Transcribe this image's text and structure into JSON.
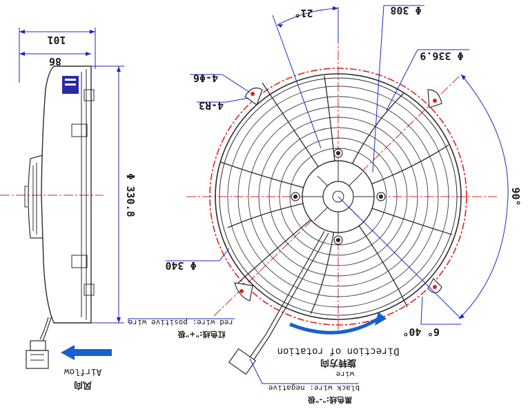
{
  "dimensions": {
    "depth_total": "101",
    "depth_body": "86",
    "height": "Φ 330.8",
    "shroud_diameter": "Φ 340",
    "blade_diameter": "Φ 308",
    "mount_circle": "Φ 336.9",
    "hole_spec": "4-Φ6",
    "radius_spec": "4-R3",
    "angle_top": "21°",
    "angle_right": "90°",
    "angle_small": "6°",
    "angle_offset": "40°"
  },
  "labels": {
    "airflow_cn": "风向",
    "airflow_en": "Airflow",
    "rotation_cn": "旋转方向",
    "rotation_en": "Direction of rotation",
    "red_wire_cn": "红色线:\"+\"极",
    "red_wire_en": "red wire: positive wire",
    "black_wire_cn": "黑色线:\"-\"极",
    "black_wire_en": "black wire: negative",
    "black_wire_en2": "wire"
  },
  "colors": {
    "dimension_lines": "#1c25c8",
    "centerlines": "#e02020",
    "outline": "#2a2a2a",
    "arrow": "#1a5fd0"
  }
}
